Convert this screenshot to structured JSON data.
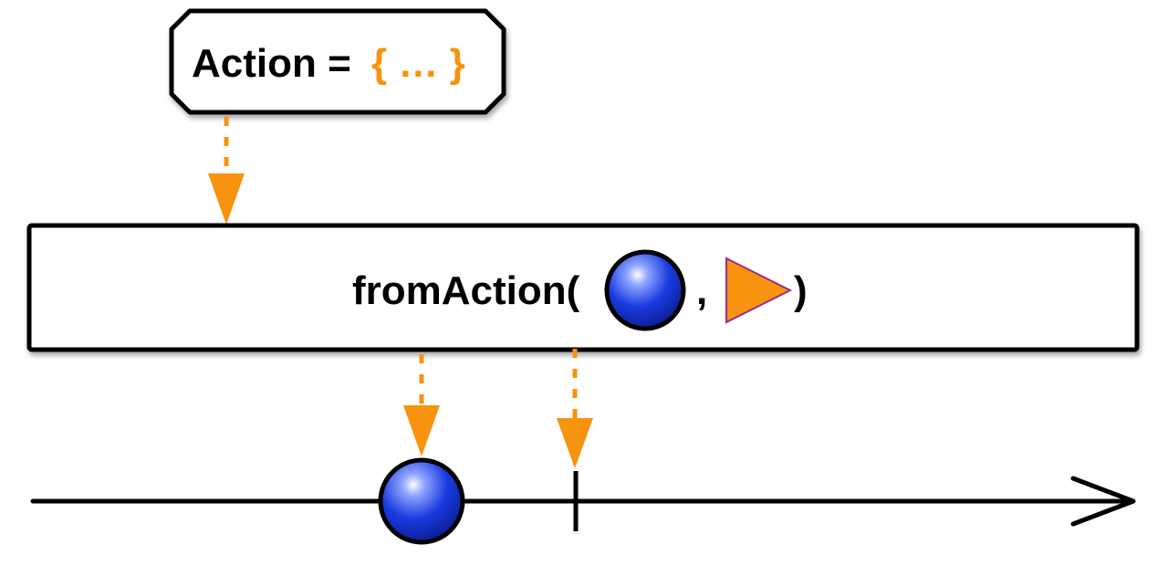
{
  "action_box": {
    "label_prefix": "Action =",
    "label_code": "{ … }"
  },
  "operator_box": {
    "label_name": "fromAction(",
    "label_comma": ",",
    "label_close": ")"
  },
  "colors": {
    "accent_orange": "#f7930e",
    "marble_blue": "#1a3be0",
    "outline": "#000000",
    "triangle_border": "#9b2b8a"
  },
  "icons": {
    "param_marble": "blue-marble-icon",
    "param_completion": "orange-triangle-icon",
    "output_marble": "blue-marble-icon",
    "completion_marker": "vertical-tick"
  }
}
